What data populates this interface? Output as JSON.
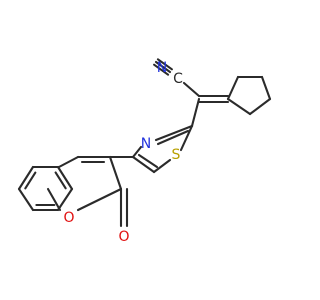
{
  "molecule": {
    "atoms": {
      "n_nitrile": {
        "symbol": "N",
        "color": "#2233dd"
      },
      "c_nitrile": {
        "symbol": "C",
        "color": "#2b2b2b"
      },
      "n_thiazole": {
        "symbol": "N",
        "color": "#2233dd"
      },
      "s_thiazole": {
        "symbol": "S",
        "color": "#b8a000"
      },
      "o_ring": {
        "symbol": "O",
        "color": "#e01010"
      },
      "o_carbonyl": {
        "symbol": "O",
        "color": "#e01010"
      }
    },
    "bond_color": "#2b2b2b"
  }
}
